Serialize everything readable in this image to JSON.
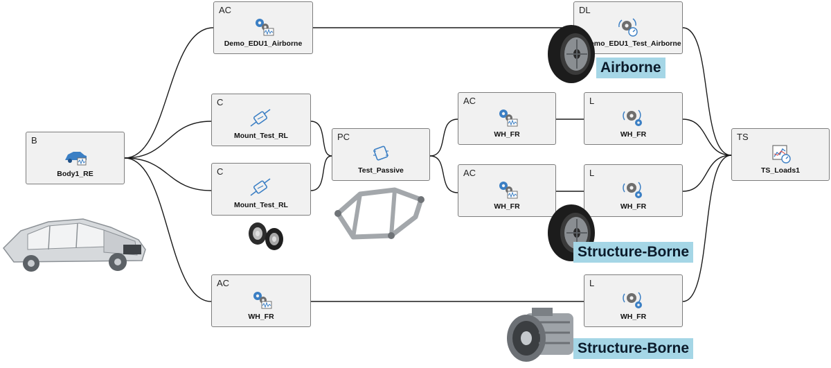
{
  "nodes": {
    "body": {
      "tag": "B",
      "name": "Body1_RE"
    },
    "ac_top": {
      "tag": "AC",
      "name": "Demo_EDU1_Airborne"
    },
    "dl_top": {
      "tag": "DL",
      "name": "Demo_EDU1_Test_Airborne"
    },
    "mount1": {
      "tag": "C",
      "name": "Mount_Test_RL"
    },
    "mount2": {
      "tag": "C",
      "name": "Mount_Test_RL"
    },
    "passive": {
      "tag": "PC",
      "name": "Test_Passive"
    },
    "ac_mid1": {
      "tag": "AC",
      "name": "WH_FR"
    },
    "ac_mid2": {
      "tag": "AC",
      "name": "WH_FR"
    },
    "l_mid1": {
      "tag": "L",
      "name": "WH_FR"
    },
    "l_mid2": {
      "tag": "L",
      "name": "WH_FR"
    },
    "ts": {
      "tag": "TS",
      "name": "TS_Loads1"
    },
    "ac_bot": {
      "tag": "AC",
      "name": "WH_FR"
    },
    "l_bot": {
      "tag": "L",
      "name": "WH_FR"
    }
  },
  "labels": {
    "airborne": "Airborne",
    "structure_borne_1": "Structure-Borne",
    "structure_borne_2": "Structure-Borne"
  },
  "icons": {
    "body": "car-icon",
    "ac": "gears-waveform-icon",
    "dl": "gear-signal-gauge-icon",
    "c": "mount-connector-icon",
    "pc": "chip-icon",
    "l": "gear-signal-icon",
    "ts": "chart-gauge-icon"
  },
  "colors": {
    "label_bg": "#a5d6e6",
    "icon_blue": "#3b7fc4",
    "icon_gray": "#6e6e6e"
  }
}
